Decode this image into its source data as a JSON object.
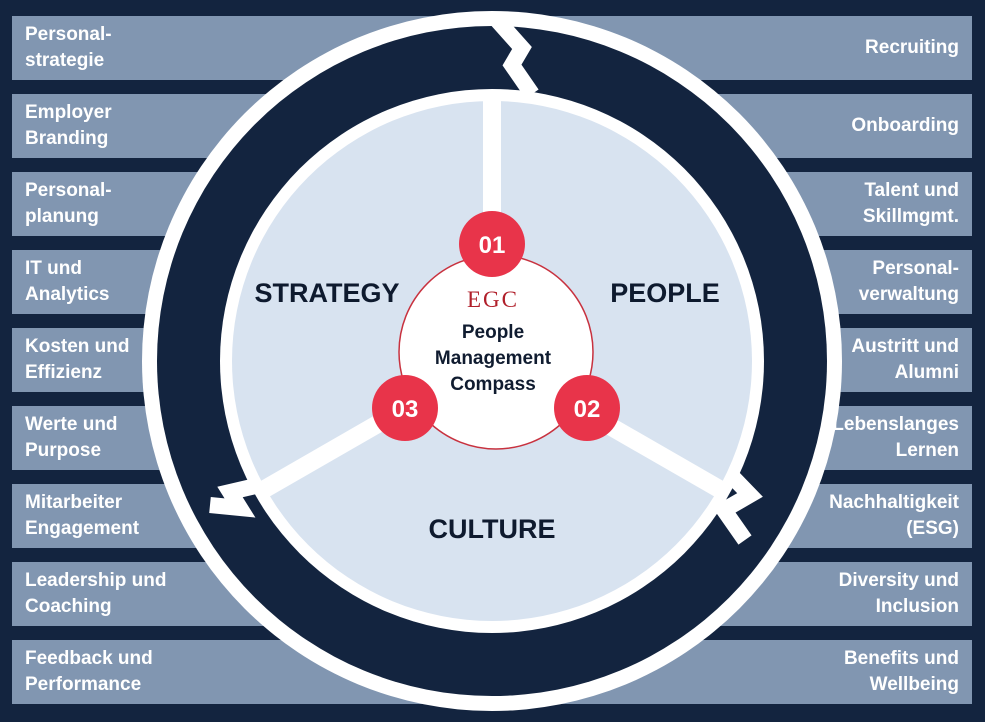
{
  "left_items": [
    "Personal-\nstrategie",
    "Employer\nBranding",
    "Personal-\nplanung",
    "IT und\nAnalytics",
    "Kosten und\nEffizienz",
    "Werte und\nPurpose",
    "Mitarbeiter\nEngagement",
    "Leadership und\nCoaching",
    "Feedback und\nPerformance"
  ],
  "right_items": [
    "Recruiting",
    "Onboarding",
    "Talent und\nSkillmgmt.",
    "Personal-\nverwaltung",
    "Austritt und\nAlumni",
    "Lebenslanges\nLernen",
    "Nachhaltigkeit\n(ESG)",
    "Diversity und\nInclusion",
    "Benefits und\nWellbeing"
  ],
  "segments": {
    "strategy": "STRATEGY",
    "people": "PEOPLE",
    "culture": "CULTURE"
  },
  "badges": {
    "one": "01",
    "two": "02",
    "three": "03"
  },
  "center": {
    "logo": "EGC",
    "line1": "People",
    "line2": "Management",
    "line3": "Compass"
  },
  "colors": {
    "background": "#13243f",
    "bar": "#8196b1",
    "inner_disc": "#d8e3f0",
    "accent_red": "#e8344a",
    "logo_red": "#b01f2a"
  }
}
